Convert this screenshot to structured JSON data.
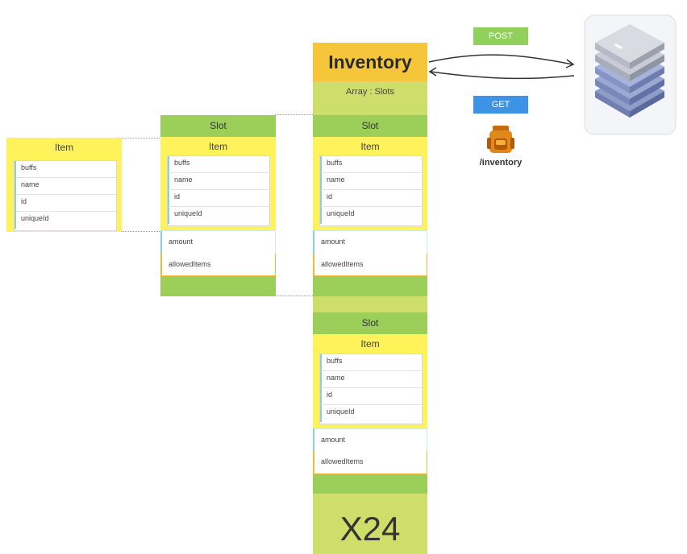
{
  "inventory": {
    "title": "Inventory",
    "subtitle": "Array : Slots",
    "multiplier": "X24"
  },
  "api": {
    "post_label": "POST",
    "get_label": "GET",
    "endpoint": "/inventory"
  },
  "slot_label": "Slot",
  "item_label": "Item",
  "item_fields": [
    "buffs",
    "name",
    "id",
    "uniqueId"
  ],
  "slot_props": [
    "amount",
    "allowedItems"
  ],
  "colors": {
    "inventory_header": "#f5c53a",
    "array_band": "#cddf6a",
    "slot_green": "#9ccf5a",
    "item_yellow": "#fff25a",
    "post_green": "#8fd15b",
    "get_blue": "#3d93e6"
  }
}
